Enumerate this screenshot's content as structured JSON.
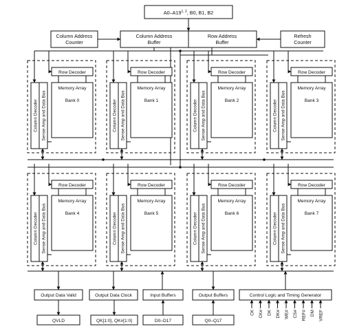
{
  "address_input": {
    "prefix": "A0–A19",
    "superscript": "1, 2",
    "suffix": ", B0, B1, B2"
  },
  "blocks": {
    "column_address_counter": [
      "Column Address",
      "Counter"
    ],
    "column_address_buffer": [
      "Column Address",
      "Buffer"
    ],
    "row_address_buffer": [
      "Row Address",
      "Buffer"
    ],
    "refresh_counter": [
      "Refresh",
      "Counter"
    ]
  },
  "bank_common": {
    "row_decoder": "Row Decoder",
    "memory_array": "Memory Array",
    "column_decoder": "Column Decoder",
    "sense_amp": "Sense Amp and Data Bus"
  },
  "banks": [
    "Bank 0",
    "Bank 1",
    "Bank 2",
    "Bank 3",
    "Bank 4",
    "Bank 5",
    "Bank 6",
    "Bank 7"
  ],
  "bottom_blocks": [
    "Output Data Valid",
    "Output Data Clock",
    "Input Buffers",
    "Output Buffers",
    "Control Logic and Timing Generator"
  ],
  "bottom_outputs": [
    "QVLD",
    "QK[1:0], QK#[1:0]",
    "D0–D17",
    "Q0–Q17"
  ],
  "control_pins": [
    "CK",
    "CK#",
    "DK",
    "DK#",
    "WE#",
    "CS#",
    "REF#",
    "DM",
    "VREF"
  ]
}
